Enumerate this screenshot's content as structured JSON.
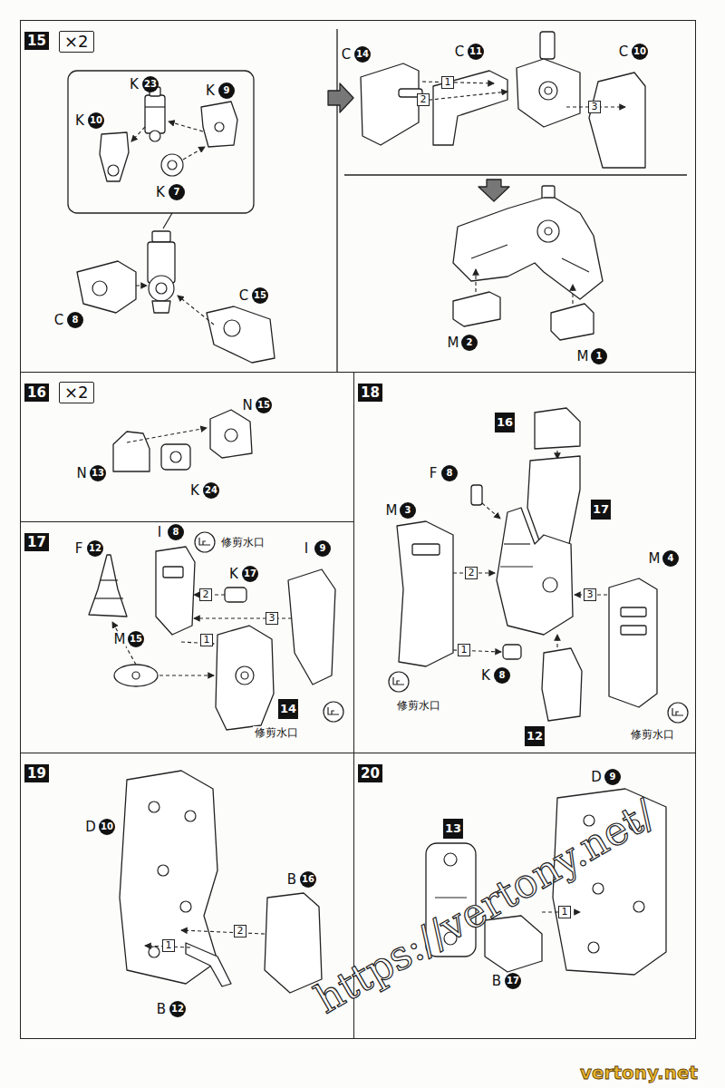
{
  "diagram": {
    "nodes": [
      {
        "text": [
          "15"
        ]
      },
      {
        "text": [
          "×2"
        ],
        "in": 0
      },
      {
        "text": [
          "16"
        ]
      },
      {
        "text": [
          "×2"
        ],
        "in": 2
      },
      {
        "text": [
          "17"
        ]
      },
      {
        "text": [
          "18"
        ]
      },
      {
        "text": [
          "19"
        ]
      },
      {
        "text": [
          "20"
        ]
      }
    ],
    "labels": [
      "K",
      "23",
      "K",
      "9",
      "K",
      "10",
      "K",
      "7",
      "C",
      "8",
      "C",
      "15",
      "C",
      "14",
      "C",
      "11",
      "C",
      "10",
      "1",
      "2",
      "3",
      "M",
      "2",
      "M",
      "1",
      "N",
      "15",
      "N",
      "13",
      "K",
      "24",
      "F",
      "12",
      "I",
      "8",
      "修剪水口",
      "K",
      "17",
      "I",
      "9",
      "2",
      "3",
      "1",
      "M",
      "15",
      "14",
      "修剪水口",
      "16",
      "F",
      "8",
      "M",
      "3",
      "17",
      "M",
      "4",
      "2",
      "3",
      "1",
      "K",
      "8",
      "修剪水口",
      "12",
      "修剪水口",
      "D",
      "10",
      "B",
      "16",
      "1",
      "2",
      "B",
      "12",
      "13",
      "D",
      "9",
      "1",
      "B",
      "17",
      "https://vertony.net/",
      "vertony.net"
    ]
  }
}
